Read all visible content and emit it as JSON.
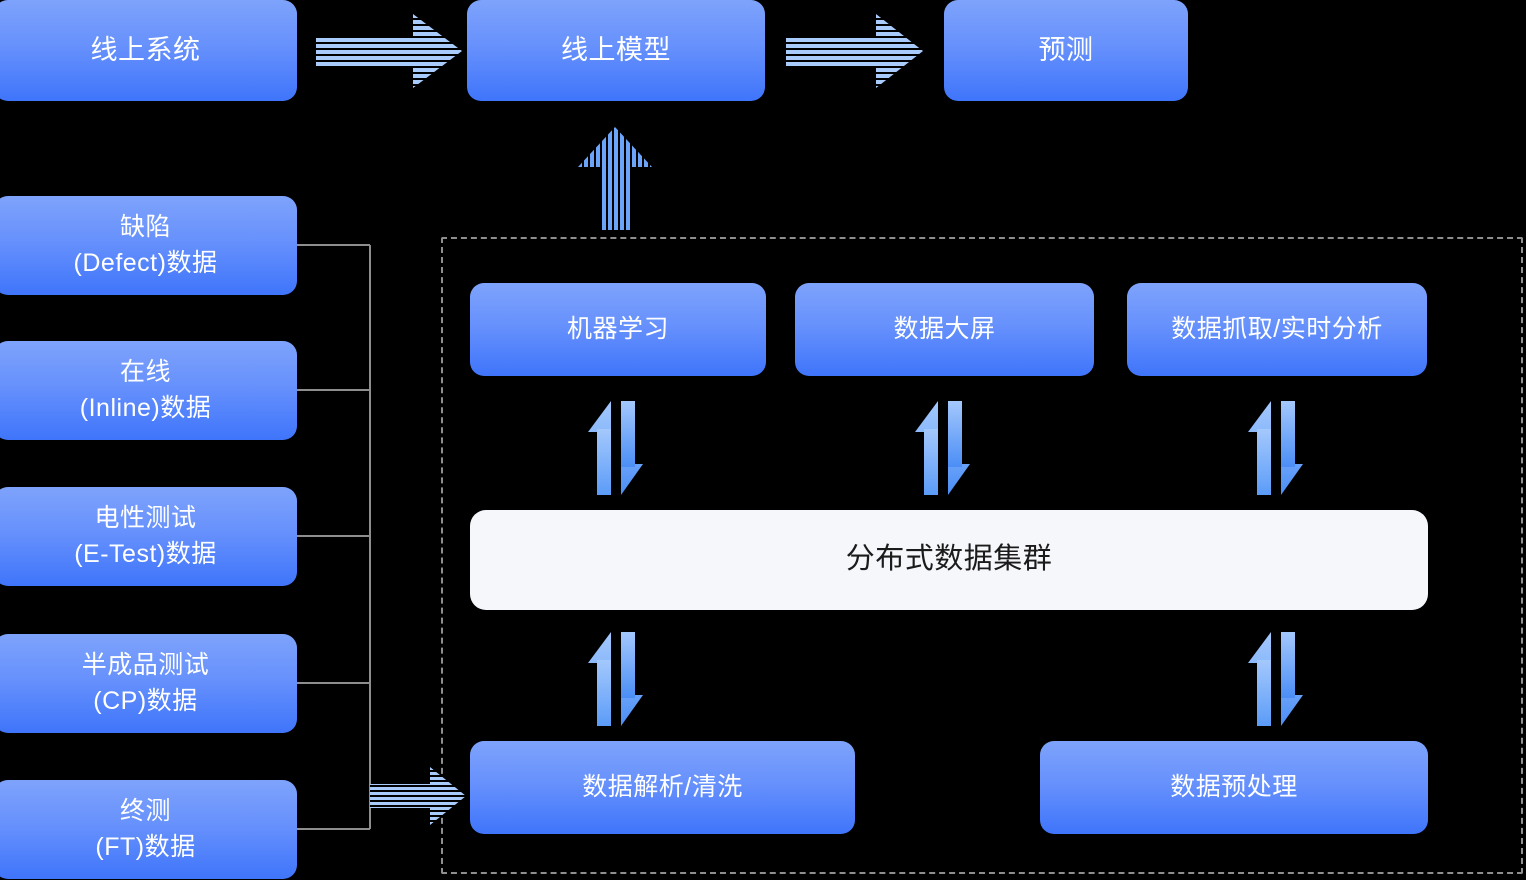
{
  "diagram": {
    "title_nodes": {
      "online_system": {
        "line1": "线上系统"
      },
      "online_model": {
        "line1": "线上模型"
      },
      "prediction": {
        "line1": "预测"
      }
    },
    "data_sources": [
      {
        "line1": "缺陷",
        "line2": "(Defect)数据"
      },
      {
        "line1": "在线",
        "line2": "(Inline)数据"
      },
      {
        "line1": "电性测试",
        "line2": "(E-Test)数据"
      },
      {
        "line1": "半成品测试",
        "line2": "(CP)数据"
      },
      {
        "line1": "终测",
        "line2": "(FT)数据"
      }
    ],
    "platform": {
      "top_row": [
        {
          "label": "机器学习"
        },
        {
          "label": "数据大屏"
        },
        {
          "label": "数据抓取/实时分析"
        }
      ],
      "cluster": {
        "label": "分布式数据集群"
      },
      "bottom_row": [
        {
          "label": "数据解析/清洗"
        },
        {
          "label": "数据预处理"
        }
      ]
    },
    "colors": {
      "node_gradient_top": "#7ea3fc",
      "node_gradient_bottom": "#3f75fb",
      "node_text": "#ffffff",
      "light_node_bg": "#f6f7fb",
      "light_node_text": "#1b1b1b",
      "arrow_fill": "#a9cbfb",
      "arrow_fill_dark": "#5b9cf8",
      "connector_line": "#8e8e8e",
      "dashed_border": "#8e8e8e",
      "background": "#000000"
    }
  }
}
